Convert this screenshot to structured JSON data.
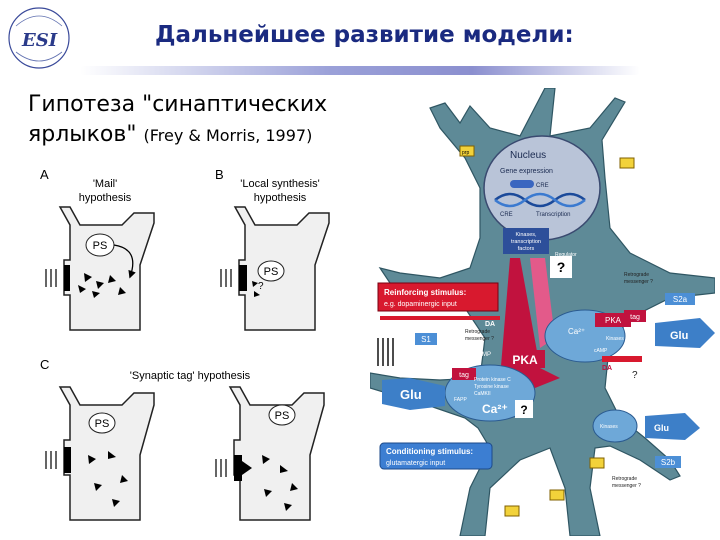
{
  "title": "Дальнейшее развитие модели:",
  "hypothesis": {
    "line1": "Гипотеза \"синаптических",
    "line2": "ярлыков\"",
    "citation": "(Frey & Morris, 1997)"
  },
  "left_figure": {
    "panel_a": {
      "letter": "A",
      "title_line1": "'Mail'",
      "title_line2": "hypothesis",
      "soma_label": "PS"
    },
    "panel_b": {
      "letter": "B",
      "title_line1": "'Local synthesis'",
      "title_line2": "hypothesis",
      "soma_label": "PS",
      "question": "?"
    },
    "panel_c": {
      "letter": "C",
      "title": "'Synaptic tag' hypothesis",
      "soma_label_left": "PS",
      "soma_label_right": "PS"
    }
  },
  "right_figure": {
    "nucleus": "Nucleus",
    "gene_expression": "Gene expression",
    "cre": "CRE",
    "cre2": "CRE",
    "transcription": "Transcription",
    "kinases_line1": "Kinases,",
    "kinases_line2": "transcription",
    "kinases_line3": "factors",
    "regulator": "Regulator",
    "question_main": "?",
    "reinforcing_line1": "Reinforcing stimulus:",
    "reinforcing_line2": "e.g. dopaminergic input",
    "retrograde_top": "Retrograde",
    "retrograde_top2": "messenger ?",
    "retrograde_left": "Retrograde",
    "retrograde_left2": "messenger ?",
    "retrograde_bottom": "Retrograde",
    "retrograde_bottom2": "messenger ?",
    "s2a": "S2a",
    "s1": "S1",
    "s2b": "S2b",
    "da_left": "DA",
    "da_right": "DA",
    "pka_main": "PKA",
    "pka_right": "PKA",
    "tag_right": "tag",
    "tag_left": "tag",
    "ca_right": "Ca²⁺",
    "camp": "cAMP",
    "camp_right": "cAMP",
    "glu_left": "Glu",
    "glu_right": "Glu",
    "glu_right2": "Glu",
    "ca_main": "Ca²⁺",
    "pkc_line1": "Protein kinase C",
    "pkc_line2": "Tyrosine kinase",
    "pkc_line3": "CaMKII",
    "kinases_right": "Kinases",
    "kinases_right2": "Kinases",
    "fapp": "FAPP",
    "question_small": "?",
    "question_small2": "?",
    "conditioning_line1": "Conditioning stimulus:",
    "conditioning_line2": "glutamatergic input",
    "prp": "prp"
  }
}
